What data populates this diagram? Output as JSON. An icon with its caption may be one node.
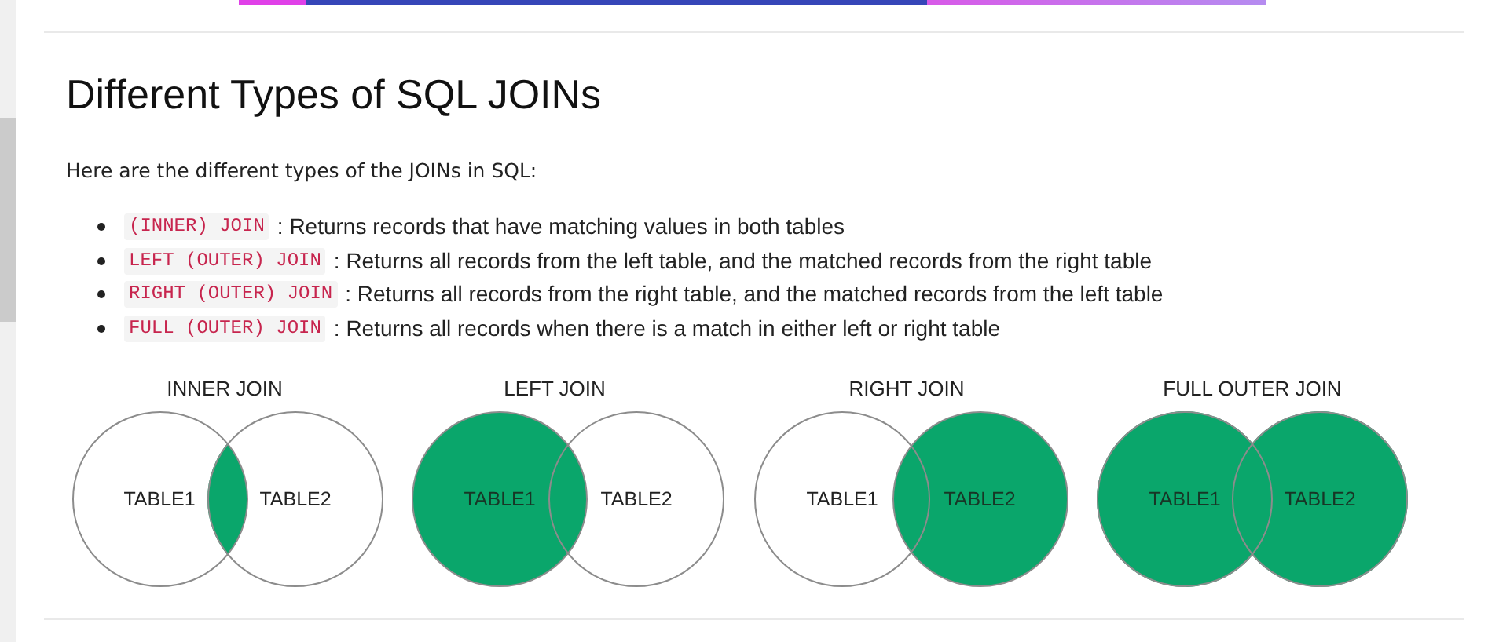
{
  "diagram": {
    "title": "Different Types of SQL JOINs",
    "nodes": [
      {
        "text": [
          "TABLE1"
        ]
      },
      {
        "text": [
          "TABLE2"
        ]
      },
      {
        "text": [
          "TABLE1"
        ]
      },
      {
        "text": [
          "TABLE2"
        ]
      },
      {
        "text": [
          "TABLE1"
        ]
      },
      {
        "text": [
          "TABLE2"
        ]
      },
      {
        "text": [
          "TABLE1"
        ]
      },
      {
        "text": [
          "TABLE2"
        ]
      }
    ],
    "labels": [
      "Here are the different types of the JOINs in SQL:",
      "(INNER) JOIN",
      ": Returns records that have matching values in both tables",
      "LEFT (OUTER) JOIN",
      ": Returns all records from the left table, and the matched records from the right table",
      "RIGHT (OUTER) JOIN",
      ": Returns all records from the right table, and the matched records from the left table",
      "FULL (OUTER) JOIN",
      ": Returns all records when there is a match in either left or right table",
      "INNER JOIN",
      "LEFT JOIN",
      "RIGHT JOIN",
      "FULL OUTER JOIN"
    ]
  }
}
